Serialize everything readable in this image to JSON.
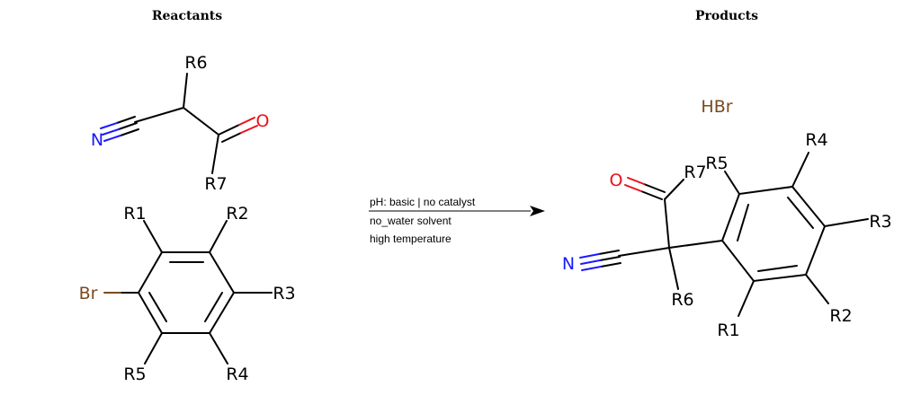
{
  "headers": {
    "reactants": "Reactants",
    "products": "Products"
  },
  "conditions": {
    "line1": "pH: basic | no catalyst",
    "line2": "no_water solvent",
    "line3": "high temperature"
  },
  "atoms": {
    "r6_reactant": "R6",
    "o_reactant": "O",
    "n_reactant": "N",
    "r7_reactant": "R7",
    "r1_reactant": "R1",
    "r2_reactant": "R2",
    "br_reactant": "Br",
    "r3_reactant": "R3",
    "r5_reactant": "R5",
    "r4_reactant": "R4",
    "hbr_product": "HBr",
    "o_product": "O",
    "r7_product": "R7",
    "r5_product": "R5",
    "r4_product": "R4",
    "r3_product": "R3",
    "n_product": "N",
    "r6_product": "R6",
    "r1_product": "R1",
    "r2_product": "R2"
  },
  "colors": {
    "oxygen": "#e8111b",
    "nitrogen": "#1a1aff",
    "bromine": "#7a4a1e",
    "carbon": "#000000"
  }
}
